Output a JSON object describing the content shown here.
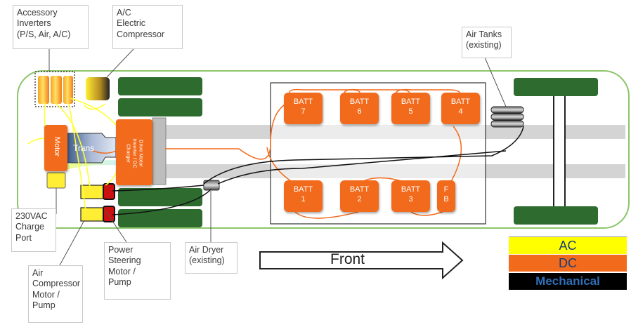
{
  "callouts": {
    "accessory_inverters": "Accessory\nInverters\n(P/S, Air, A/C)",
    "ac_compressor": "A/C\nElectric\nCompressor",
    "air_tanks": "Air Tanks\n(existing)",
    "charge_port": "230VAC\nCharge\nPort",
    "air_compressor": "Air\nCompressor\nMotor /\nPump",
    "power_steering": "Power\nSteering\nMotor /\nPump",
    "air_dryer": "Air Dryer\n(existing)"
  },
  "components": {
    "motor": "Motor",
    "trans": "Trans",
    "drive_motor_inverter": "Drive Motor\nInverter / DC\nCharger"
  },
  "batteries": [
    {
      "label": "BATT",
      "number": "7"
    },
    {
      "label": "BATT",
      "number": "6"
    },
    {
      "label": "BATT",
      "number": "5"
    },
    {
      "label": "BATT",
      "number": "4"
    },
    {
      "label": "BATT",
      "number": "1"
    },
    {
      "label": "BATT",
      "number": "2"
    },
    {
      "label": "BATT",
      "number": "3"
    },
    {
      "label": "F",
      "number": "B"
    }
  ],
  "front_label": "Front",
  "legend": [
    {
      "label": "AC",
      "color": "#ffff00",
      "text_color": "#1a3d7a"
    },
    {
      "label": "DC",
      "color": "#f26a1b",
      "text_color": "#1a3d7a"
    },
    {
      "label": "Mechanical",
      "color": "#000000",
      "text_color": "#2f6fb7"
    }
  ],
  "colors": {
    "ac_wire": "#ffff33",
    "dc_wire": "#f26a1b",
    "mechanical_wire": "#111111",
    "chassis_outline": "#8cc56a",
    "wheel": "#2d6b2f",
    "frame_rail": "#d4d4d4"
  }
}
